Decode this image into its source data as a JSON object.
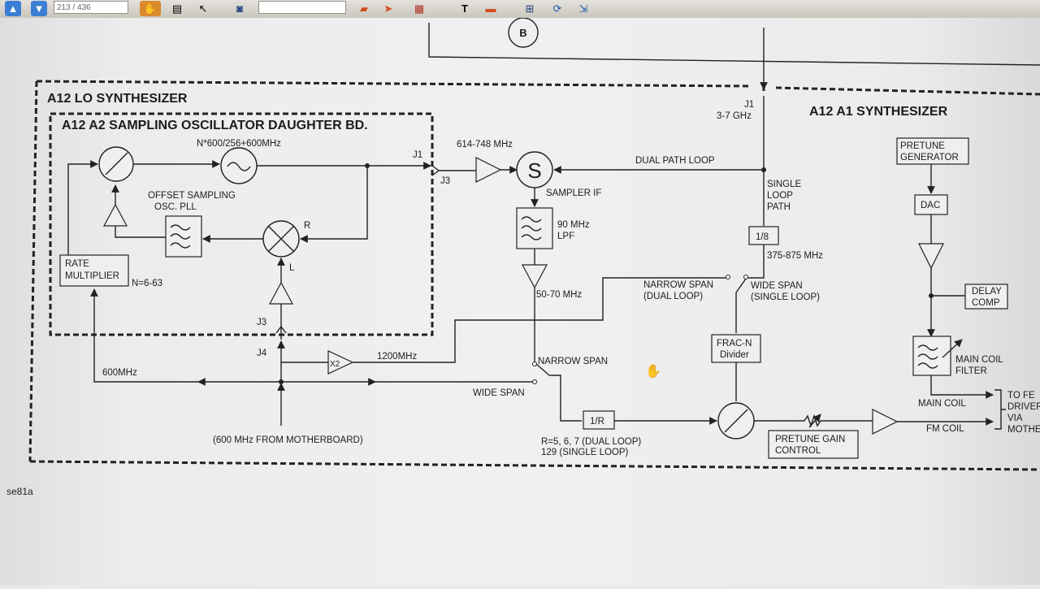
{
  "toolbar": {
    "page_indicator": "213 / 436",
    "icons": [
      "up-arrow-icon",
      "down-arrow-icon",
      "hand-tool-icon",
      "page-view-icon",
      "select-arrow-icon",
      "binoculars-icon",
      "open-folder-icon",
      "forward-icon",
      "export-icon",
      "text-tool-icon",
      "note-icon",
      "zoom-icon",
      "rotate-icon",
      "fit-page-icon"
    ]
  },
  "diagram": {
    "connector_b": "B",
    "lo_title": "A12 LO SYNTHESIZER",
    "daughter_title": "A12 A2 SAMPLING OSCILLATOR DAUGHTER BD.",
    "a1_title": "A12 A1 SYNTHESIZER",
    "n_formula": "N*600/256+600MHz",
    "offset_pll_1": "OFFSET SAMPLING",
    "offset_pll_2": "OSC. PLL",
    "rate_mult_1": "RATE",
    "rate_mult_2": "MULTIPLIER",
    "n_range": "N=6-63",
    "mixer_r": "R",
    "mixer_l": "L",
    "j1_left": "J1",
    "j3_mid": "J3",
    "j3_low": "J3",
    "j4": "J4",
    "freq_614": "614-748 MHz",
    "sampler": "S",
    "sampler_if": "SAMPLER IF",
    "lpf_1": "90 MHz",
    "lpf_2": "LPF",
    "freq_50_70": "50-70 MHz",
    "dual_path": "DUAL PATH LOOP",
    "j1_right": "J1",
    "freq_3_7": "3-7 GHz",
    "single_loop_1": "SINGLE",
    "single_loop_2": "LOOP",
    "single_loop_3": "PATH",
    "div8": "1/8",
    "freq_375": "375-875 MHz",
    "narrow_dual_1": "NARROW SPAN",
    "narrow_dual_2": "(DUAL LOOP)",
    "wide_single_1": "WIDE SPAN",
    "wide_single_2": "(SINGLE LOOP)",
    "x2": "X2",
    "freq_1200": "1200MHz",
    "freq_600": "600MHz",
    "narrow_span": "NARROW SPAN",
    "wide_span": "WIDE SPAN",
    "motherboard": "(600 MHz FROM MOTHERBOARD)",
    "divr": "1/R",
    "r_values_1": "R=5, 6, 7 (DUAL LOOP)",
    "r_values_2": "129 (SINGLE LOOP)",
    "fracn_1": "FRAC-N",
    "fracn_2": "Divider",
    "pretune_gain_1": "PRETUNE GAIN",
    "pretune_gain_2": "CONTROL",
    "pretune_gen_1": "PRETUNE",
    "pretune_gen_2": "GENERATOR",
    "dac": "DAC",
    "delay_1": "DELAY",
    "delay_2": "COMP",
    "main_coil_filter_1": "MAIN COIL",
    "main_coil_filter_2": "FILTER",
    "main_coil": "MAIN COIL",
    "fm_coil": "FM COIL",
    "to_fe_1": "TO FE",
    "to_fe_2": "DRIVER",
    "to_fe_3": "VIA",
    "to_fe_4": "MOTHER",
    "figure_id": "se81a"
  }
}
